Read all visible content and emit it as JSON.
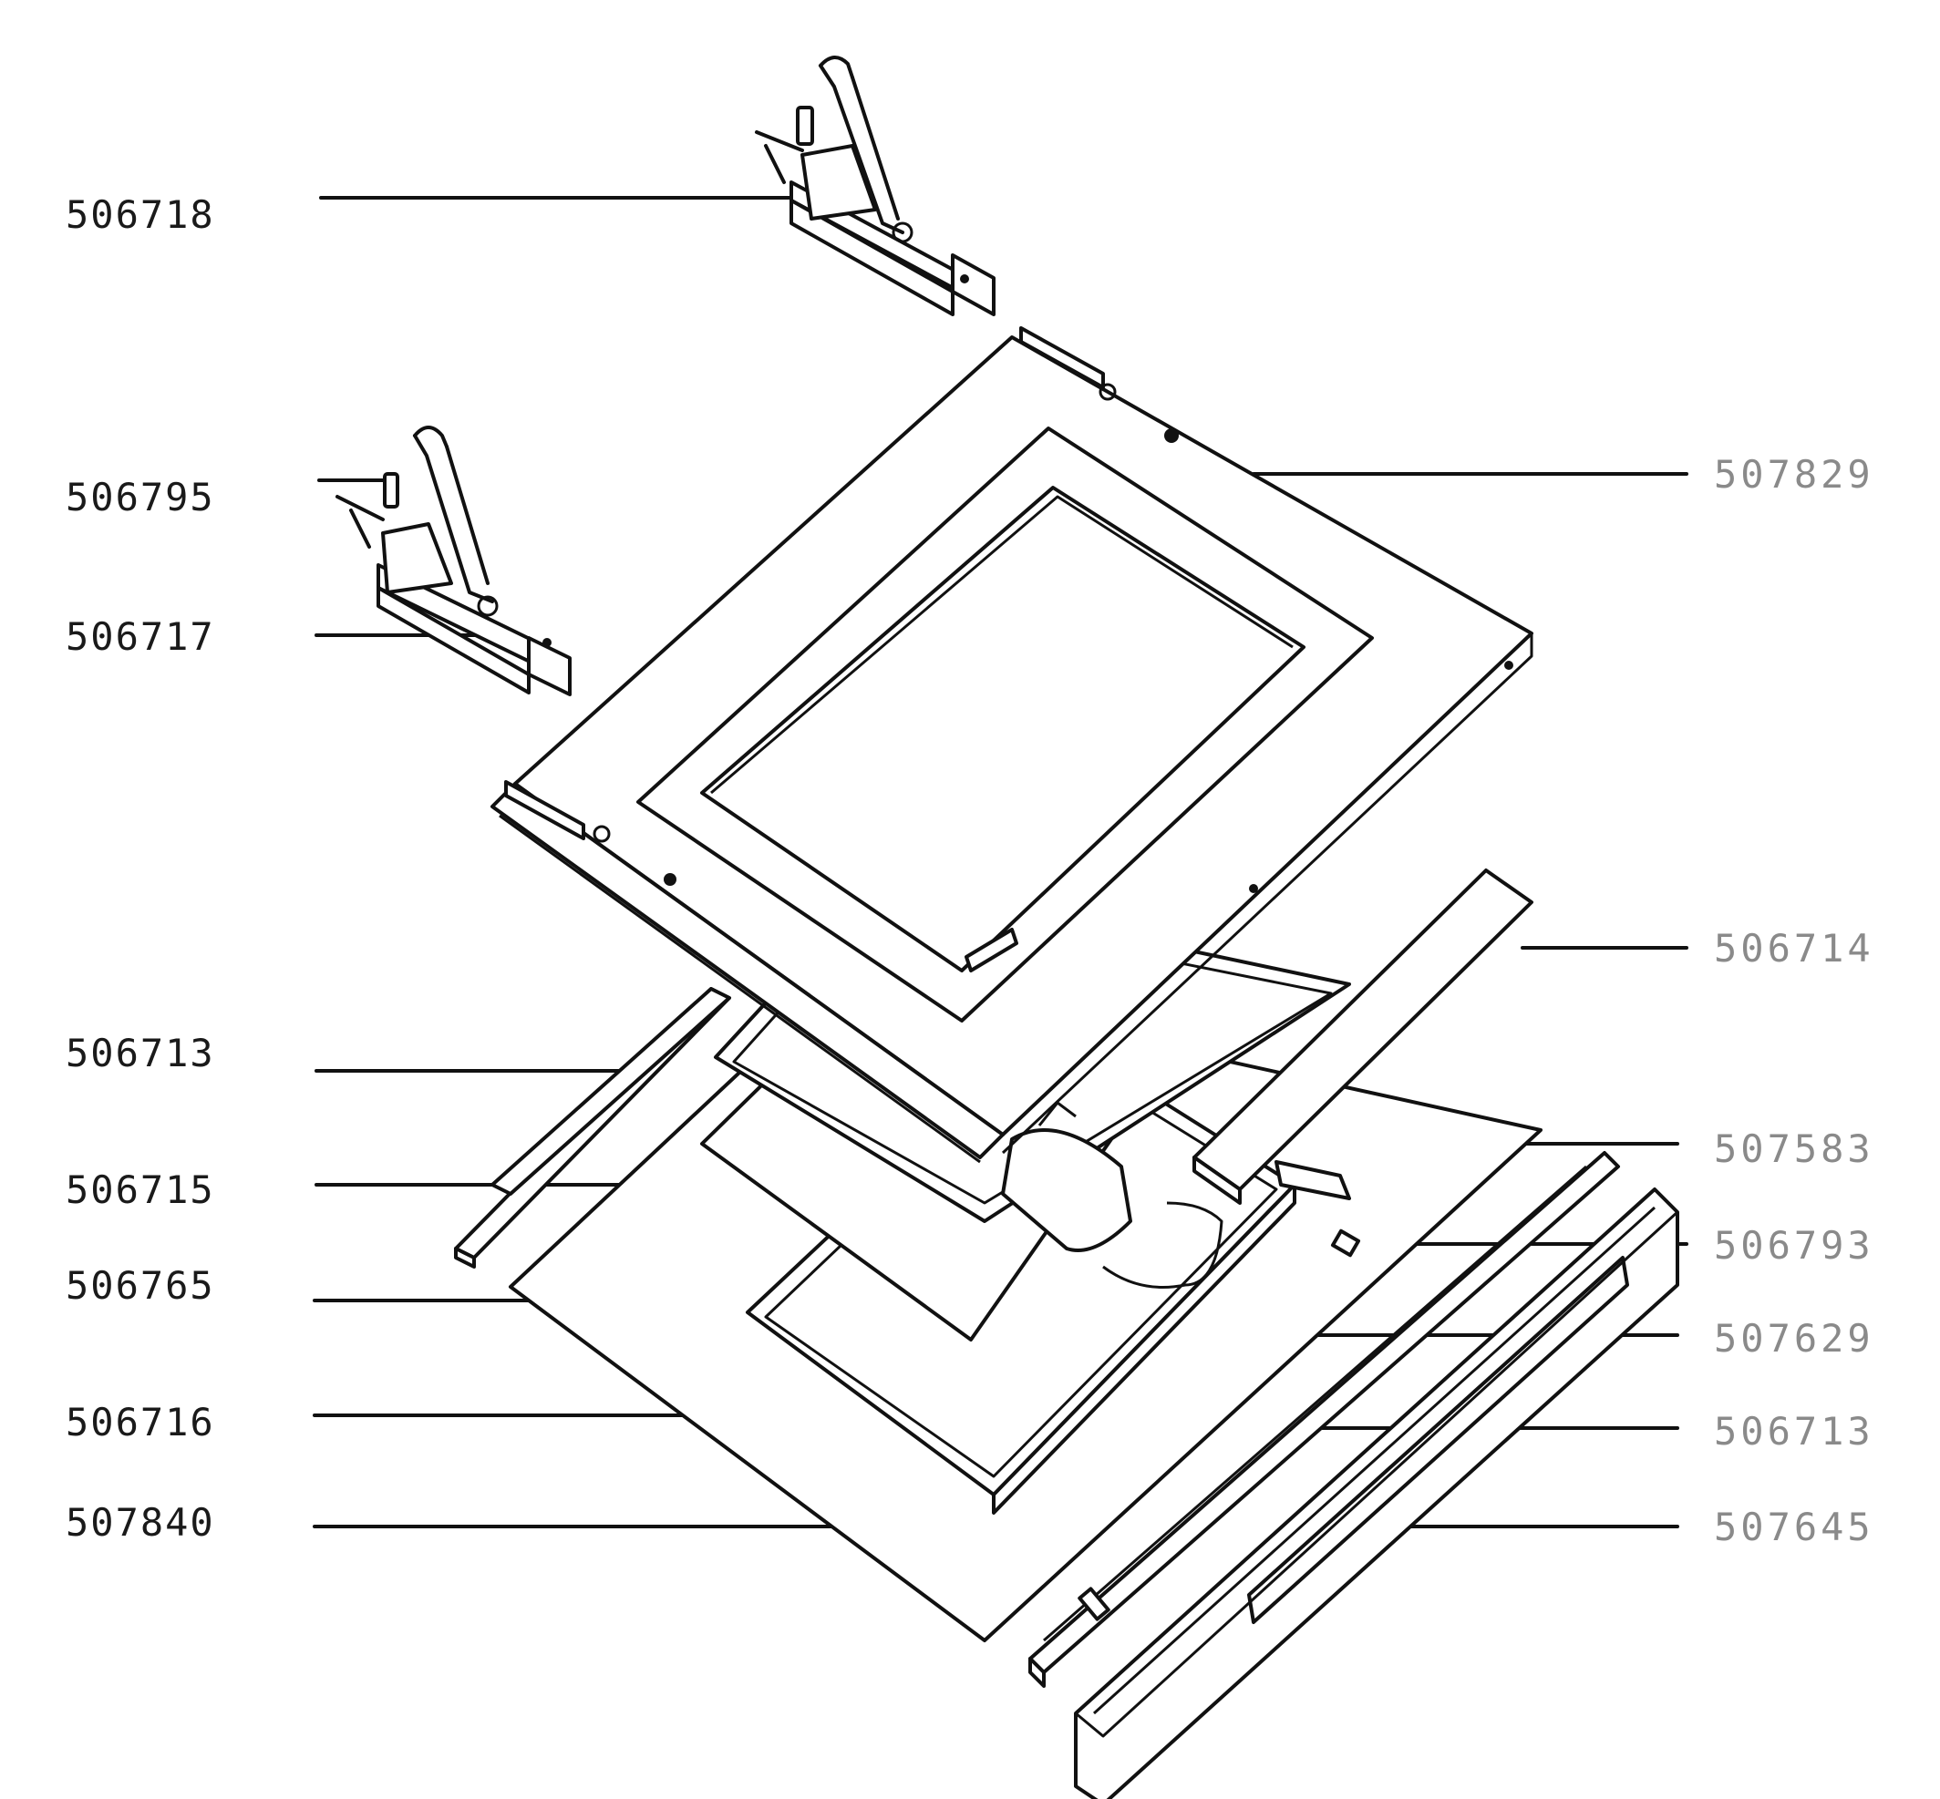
{
  "diagram": {
    "labels_left": [
      "506718",
      "506795",
      "506717",
      "506713",
      "506715",
      "506765",
      "506716",
      "507840"
    ],
    "labels_right": [
      "507829",
      "506714",
      "507583",
      "506793",
      "507629",
      "506713",
      "507645"
    ]
  }
}
